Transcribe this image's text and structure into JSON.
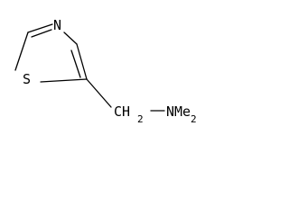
{
  "molecule": {
    "atoms": {
      "nitrogen_ring": "N",
      "sulfur": "S",
      "ch2_group": "CH",
      "ch2_subscript": "2",
      "nme2_group": "NMe",
      "nme2_subscript": "2"
    },
    "bonds": [
      {
        "name": "bond-s-c2",
        "order": 1
      },
      {
        "name": "bond-c2-n3",
        "order": 2
      },
      {
        "name": "bond-n3-c4",
        "order": 1
      },
      {
        "name": "bond-c4-c5",
        "order": 2
      },
      {
        "name": "bond-c5-s",
        "order": 1
      },
      {
        "name": "bond-c5-ch2",
        "order": 1
      },
      {
        "name": "bond-ch2-n",
        "order": 1
      }
    ]
  }
}
